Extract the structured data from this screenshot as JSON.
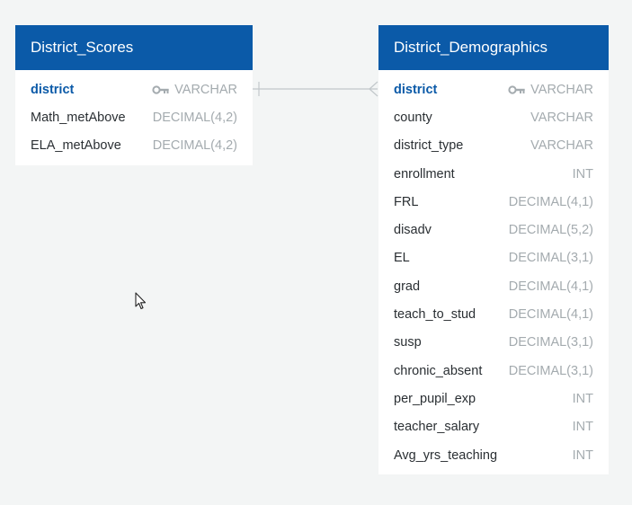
{
  "tables": {
    "scores": {
      "title": "District_Scores",
      "columns": [
        {
          "name": "district",
          "type": "VARCHAR",
          "primary_key": true
        },
        {
          "name": "Math_metAbove",
          "type": "DECIMAL(4,2)"
        },
        {
          "name": "ELA_metAbove",
          "type": "DECIMAL(4,2)"
        }
      ]
    },
    "demographics": {
      "title": "District_Demographics",
      "columns": [
        {
          "name": "district",
          "type": "VARCHAR",
          "primary_key": true
        },
        {
          "name": "county",
          "type": "VARCHAR"
        },
        {
          "name": "district_type",
          "type": "VARCHAR"
        },
        {
          "name": "enrollment",
          "type": "INT"
        },
        {
          "name": "FRL",
          "type": "DECIMAL(4,1)"
        },
        {
          "name": "disadv",
          "type": "DECIMAL(5,2)"
        },
        {
          "name": "EL",
          "type": "DECIMAL(3,1)"
        },
        {
          "name": "grad",
          "type": "DECIMAL(4,1)"
        },
        {
          "name": "teach_to_stud",
          "type": "DECIMAL(4,1)"
        },
        {
          "name": "susp",
          "type": "DECIMAL(3,1)"
        },
        {
          "name": "chronic_absent",
          "type": "DECIMAL(3,1)"
        },
        {
          "name": "per_pupil_exp",
          "type": "INT"
        },
        {
          "name": "teacher_salary",
          "type": "INT"
        },
        {
          "name": "Avg_yrs_teaching",
          "type": "INT"
        }
      ]
    }
  },
  "relationship": {
    "from": "District_Scores.district",
    "to": "District_Demographics.district",
    "cardinality": "one-to-many"
  },
  "colors": {
    "header": "#0b5aa8",
    "primary_key": "#0b5aa8",
    "type_text": "#a4abaf",
    "column_text": "#2a2f33",
    "background": "#f3f5f5",
    "connector": "#c2c8cb"
  },
  "icons": {
    "primary_key": "key-icon",
    "cursor": "mouse-pointer-icon"
  }
}
